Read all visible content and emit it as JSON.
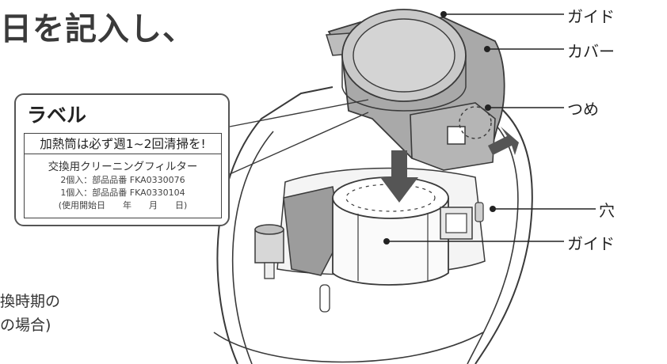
{
  "heading": "日を記入し、",
  "side_note": [
    "換時期の",
    "の場合)"
  ],
  "label_card": {
    "title": "ラベル",
    "warning": "加熱筒は必ず週1~2回清掃を!",
    "filter_name": "交換用クリーニングフィルター",
    "lines": [
      "2個入：部品品番 FKA0330076",
      "1個入：部品品番 FKA0330104",
      "(使用開始日　　年　　月　　日)"
    ]
  },
  "callouts": {
    "guide_top": "ガイド",
    "cover": "カバー",
    "claw": "つめ",
    "hole": "穴",
    "guide_bottom": "ガイド"
  },
  "colors": {
    "cover_fill": "#a9a9a9",
    "cap_fill": "#c9c9c9",
    "line": "#3a3a3a"
  },
  "icons": [
    "down-arrow-icon",
    "push-arrow-icon"
  ]
}
